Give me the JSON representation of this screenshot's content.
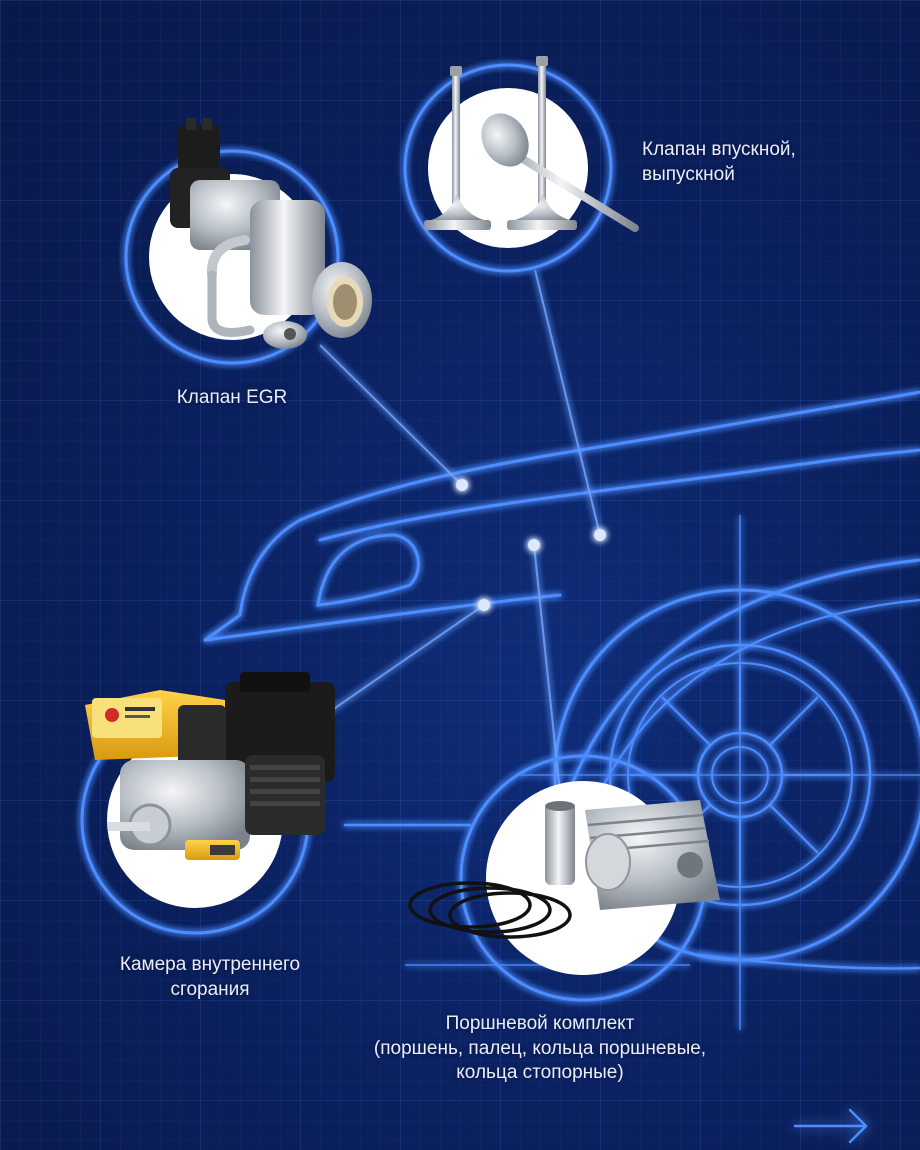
{
  "labels": {
    "egr": [
      "Клапан EGR"
    ],
    "valves": [
      "Клапан впускной,",
      "выпускной"
    ],
    "engine": [
      "Камера внутреннего",
      "сгорания"
    ],
    "piston": [
      "Поршневой комплект",
      "(поршень, палец, кольца поршневые,",
      "кольца стопорные)"
    ]
  },
  "icons": {
    "egr": "egr-valve-image",
    "valves": "engine-valves-image",
    "engine": "gas-engine-image",
    "piston": "piston-kit-image",
    "next": "arrow-right-icon"
  },
  "colors": {
    "background": "#0b2160",
    "neon": "#4d8dff",
    "neon_core": "#cfe0ff",
    "text": "#e9eefc",
    "engine_yellow": "#f2b91c"
  }
}
